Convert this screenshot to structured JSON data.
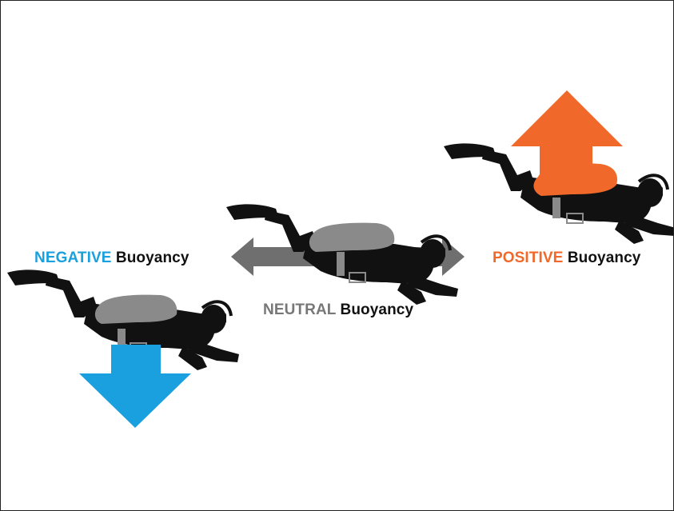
{
  "labels": {
    "negative": {
      "state": "NEGATIVE",
      "word": "Buoyancy",
      "color": "#1aa0de"
    },
    "neutral": {
      "state": "NEUTRAL",
      "word": "Buoyancy",
      "color": "#777777"
    },
    "positive": {
      "state": "POSITIVE",
      "word": "Buoyancy",
      "color": "#f0682a"
    }
  },
  "colors": {
    "diver": "#111111",
    "tank": "#8a8a8a",
    "tank_positive": "#f0682a",
    "arrow_negative": "#1aa0de",
    "arrow_neutral": "#6f6f6f",
    "arrow_positive": "#f0682a"
  }
}
